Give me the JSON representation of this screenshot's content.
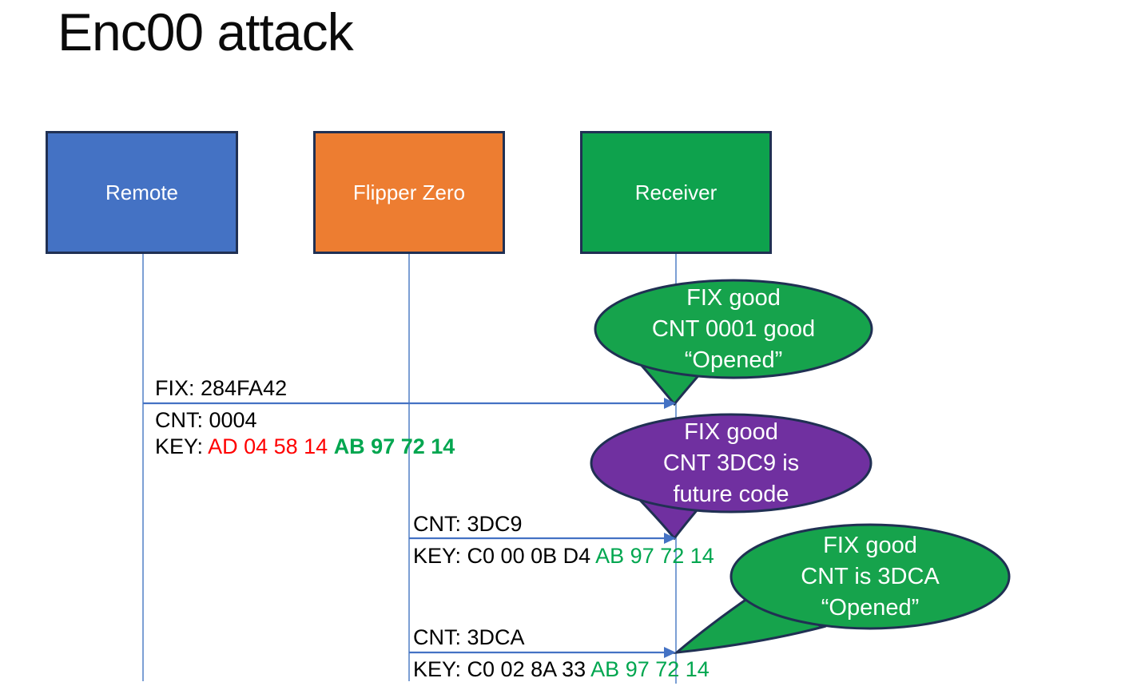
{
  "slide": {
    "title": "Enc00 attack"
  },
  "actors": [
    {
      "id": "remote",
      "label": "Remote",
      "fill": "#4472C4"
    },
    {
      "id": "flipper-zero",
      "label": "Flipper Zero",
      "fill": "#ED7D31"
    },
    {
      "id": "receiver",
      "label": "Receiver",
      "fill": "#0EA24D"
    }
  ],
  "messages": {
    "m1": {
      "from": "remote",
      "to": "receiver",
      "fix": "FIX: 284FA42",
      "cnt": "CNT: 0004",
      "key_label": "KEY: ",
      "key_red": "AD 04 58 14 ",
      "key_green": "AB 97 72 14"
    },
    "m2": {
      "from": "flipper-zero",
      "to": "receiver",
      "cnt": "CNT: 3DC9",
      "key_label": "KEY: C0 00 0B D4 ",
      "key_green": "AB 97 72 14"
    },
    "m3": {
      "from": "flipper-zero",
      "to": "receiver",
      "cnt": "CNT: 3DCA",
      "key_label": "KEY: C0 02 8A 33 ",
      "key_green": "AB 97 72 14"
    }
  },
  "callouts": {
    "c1": {
      "color": "green",
      "lines": [
        "FIX good",
        "CNT 0001 good",
        "“Opened”"
      ]
    },
    "c2": {
      "color": "purple",
      "lines": [
        "FIX good",
        "CNT 3DC9 is",
        "future code"
      ]
    },
    "c3": {
      "color": "green",
      "lines": [
        "FIX good",
        "CNT is 3DCA",
        "“Opened”"
      ]
    }
  },
  "colors": {
    "remote_fill": "#4472C4",
    "flipper_fill": "#ED7D31",
    "receiver_fill": "#0EA24D",
    "callout_green": "#16A34C",
    "callout_purple": "#7030A0",
    "shape_border_navy": "#203053",
    "arrow_blue": "#4472C4",
    "lifeline_blue": "#5B87C9",
    "key_red_text": "#FF0000",
    "key_green_text": "#00A64F"
  }
}
